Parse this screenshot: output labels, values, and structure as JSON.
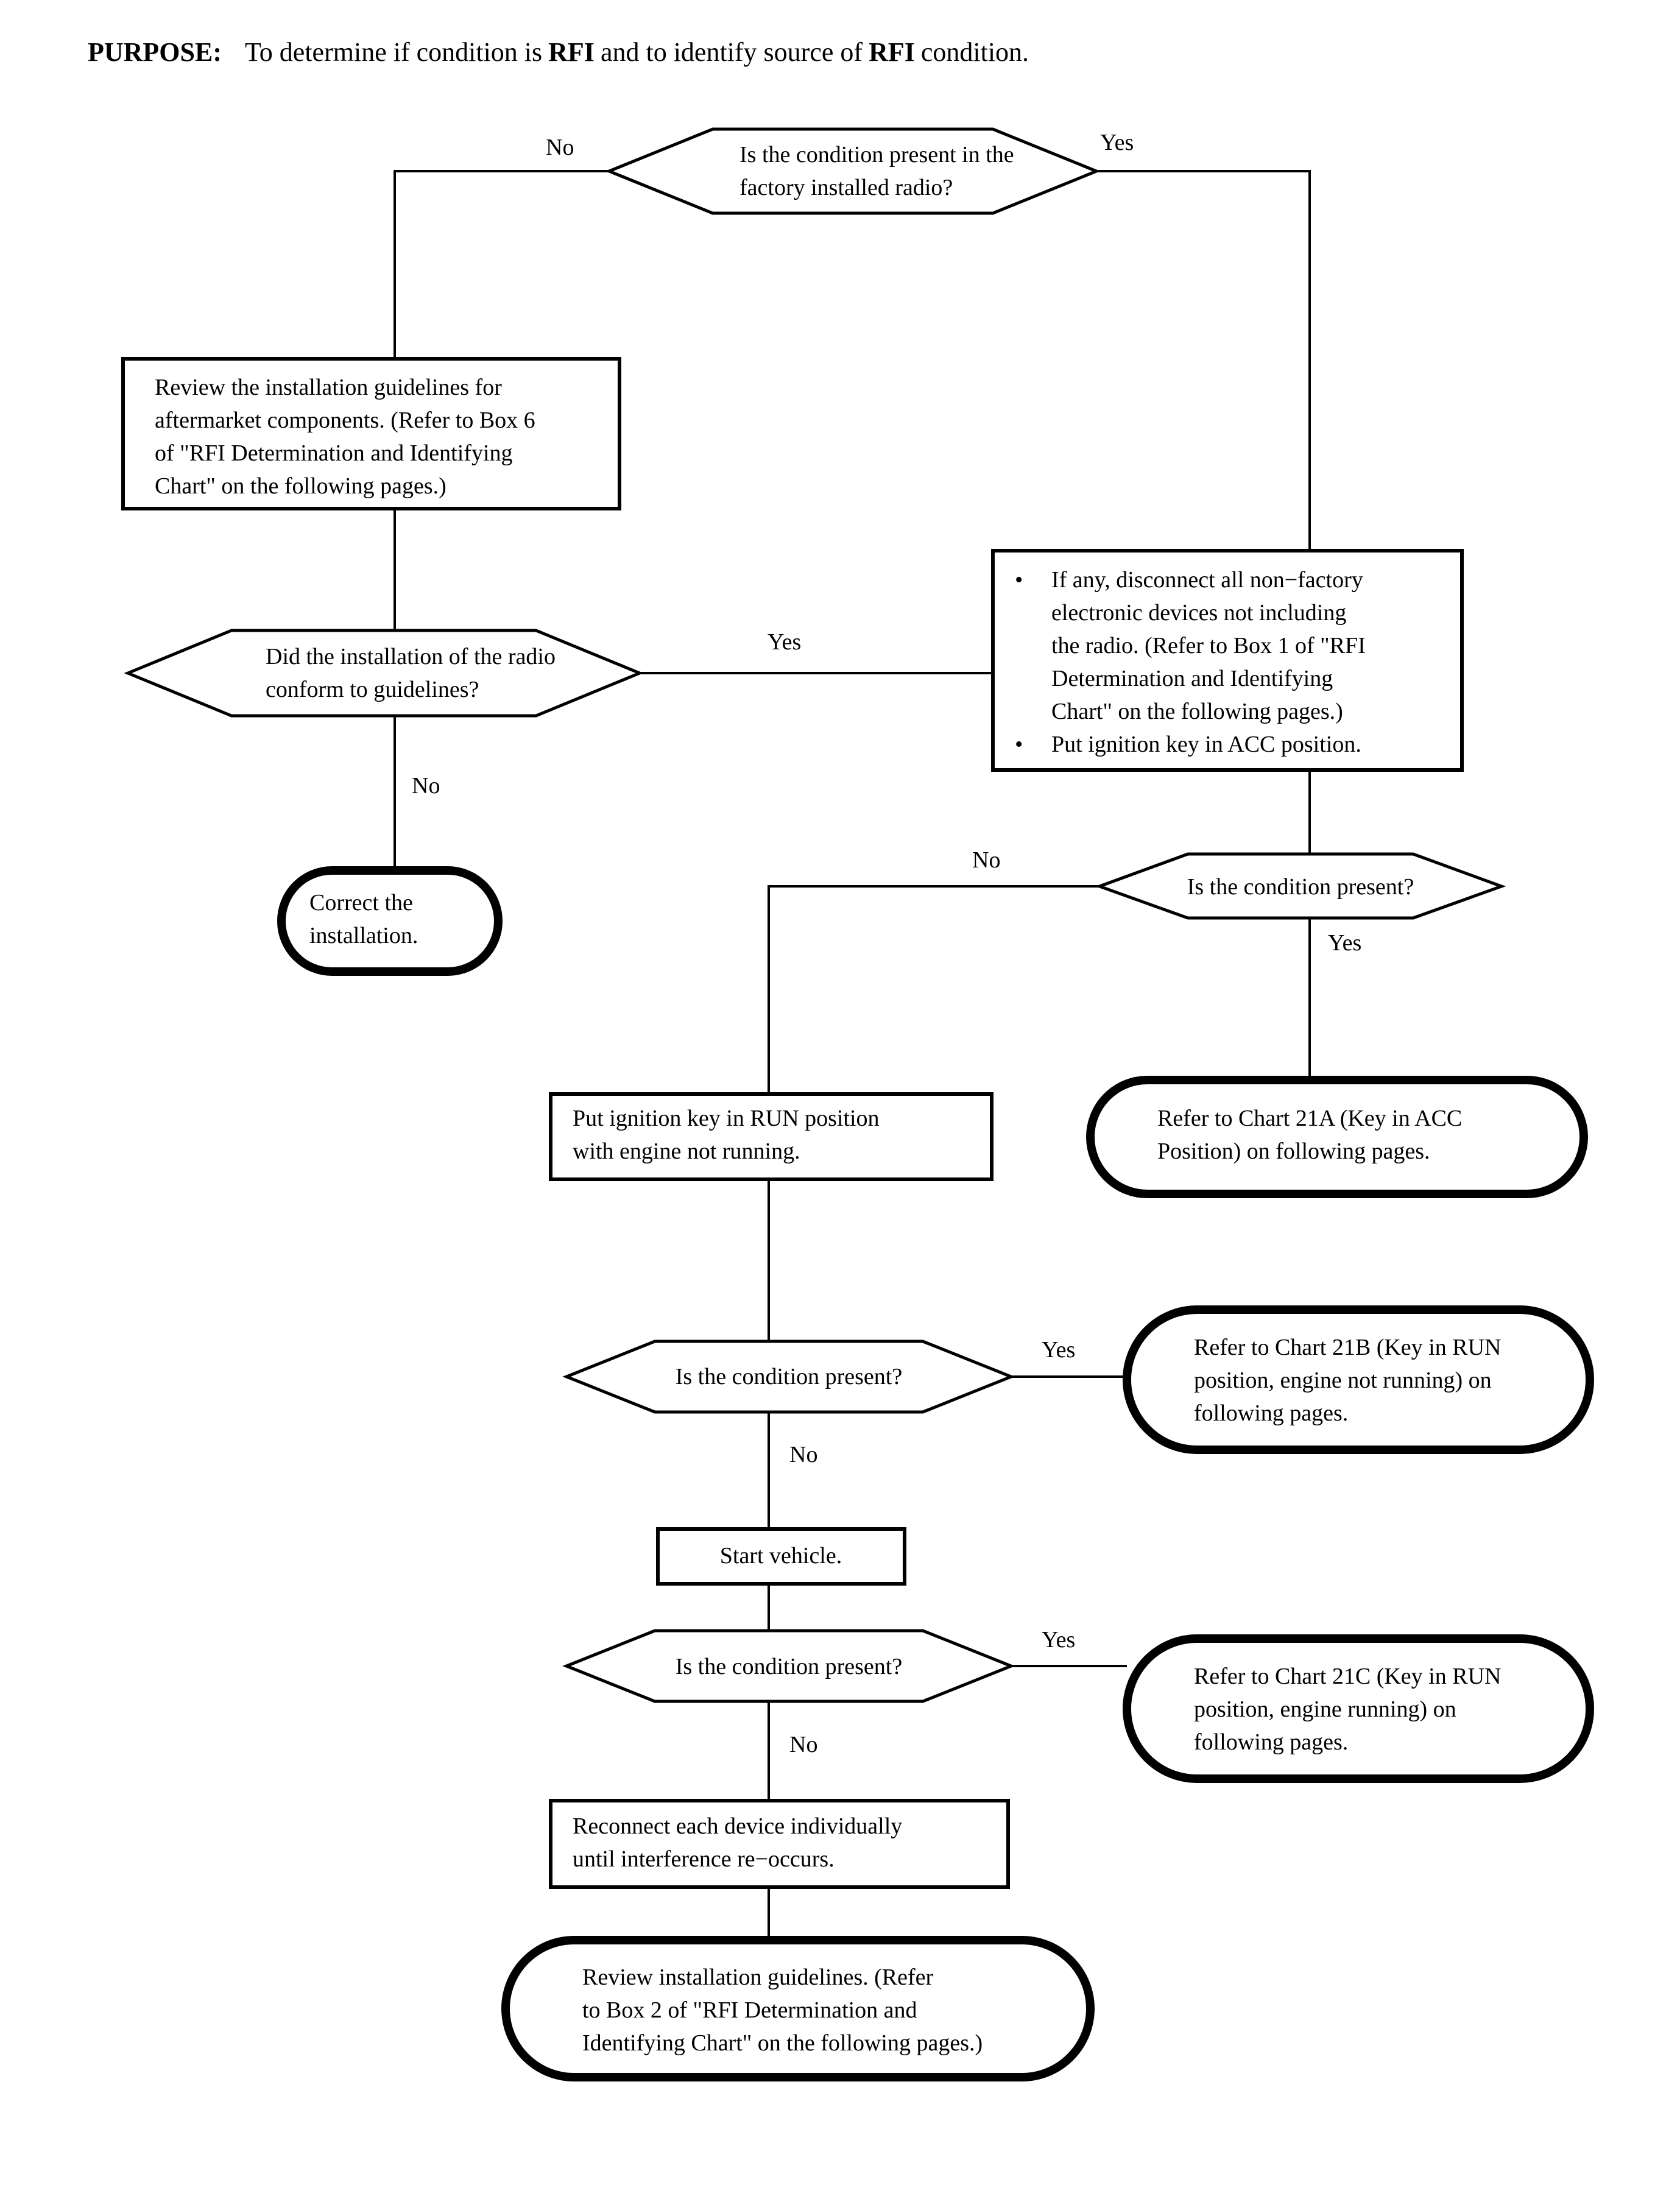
{
  "purpose": {
    "label": "PURPOSE:",
    "segment_1": "To determine if condition is",
    "rfi_1": "RFI",
    "segment_2": "and to identify source of",
    "rfi_2": "RFI",
    "segment_3": "condition."
  },
  "branch_labels": {
    "yes": "Yes",
    "no": "No"
  },
  "bullet_glyph": "•",
  "nodes": {
    "question_factory_radio": "Is the condition present in the\nfactory installed radio?",
    "review_aftermarket_guidelines": "Review the installation guidelines for\naftermarket components. (Refer to Box 6\nof \"RFI Determination and Identifying\nChart\" on the following pages.)",
    "question_conform_guidelines": "Did the installation of the radio\nconform to guidelines?",
    "correct_installation": "Correct the\ninstallation.",
    "disconnect_devices": "If any, disconnect all non−factory\nelectronic devices not including\nthe radio. (Refer to Box 1 of \"RFI\nDetermination and Identifying\nChart\" on the following pages.)",
    "ignition_acc": "Put ignition key in ACC position.",
    "question_condition_present_1": "Is the condition present?",
    "refer_chart_21a": "Refer to Chart 21A (Key in ACC\nPosition) on following pages.",
    "ignition_run": "Put ignition key in RUN position\nwith engine not running.",
    "question_condition_present_2": "Is the condition present?",
    "refer_chart_21b": "Refer to Chart 21B (Key in RUN\nposition, engine not running) on\nfollowing pages.",
    "start_vehicle": "Start vehicle.",
    "question_condition_present_3": "Is the condition present?",
    "refer_chart_21c": "Refer to Chart 21C (Key in RUN\nposition, engine running) on\nfollowing pages.",
    "reconnect_devices": "Reconnect each device individually\nuntil interference re−occurs.",
    "review_installation_guidelines": "Review installation guidelines. (Refer\nto Box 2 of \"RFI Determination and\nIdentifying Chart\" on the following pages.)"
  }
}
